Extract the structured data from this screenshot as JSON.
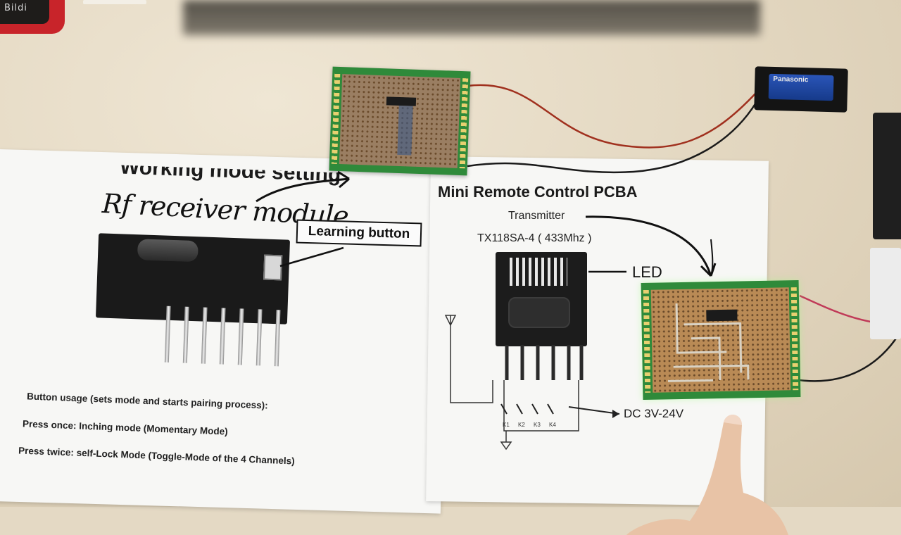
{
  "scene": {
    "corner_label": "Bildi",
    "left_sheet": {
      "heading_partial": "Working mode setting",
      "handwritten_note": "Rf receiver module",
      "learning_button_label": "Learning button",
      "usage_lines": [
        "Button usage (sets mode and starts pairing process):",
        "Press once: Inching mode (Momentary Mode)",
        "Press twice: self-Lock Mode (Toggle-Mode of the 4 Channels)"
      ]
    },
    "right_sheet": {
      "title": "Mini Remote Control PCBA",
      "transmitter_label": "Transmitter",
      "model_label": "TX118SA-4 ( 433Mhz )",
      "led_label": "LED",
      "power_label": "DC 3V-24V",
      "switch_labels": [
        "K1",
        "K2",
        "K3",
        "K4"
      ]
    },
    "battery_label": "Panasonic",
    "colors": {
      "desk": "#e4d9c4",
      "paper": "#f7f7f5",
      "pcb_green": "#2f8a3a",
      "copper": "#b98a55",
      "wire_red": "#a0301e",
      "wire_black": "#1a1a1a"
    }
  }
}
